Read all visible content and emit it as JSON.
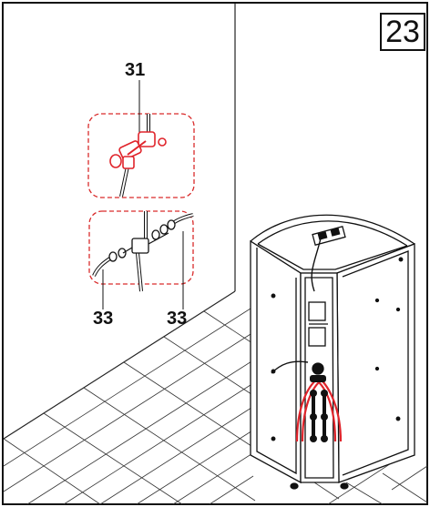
{
  "step": {
    "number": "23"
  },
  "callouts": {
    "part_31": "31",
    "part_33_left": "33",
    "part_33_right": "33"
  },
  "colors": {
    "line": "#111111",
    "highlight": "#e0242b",
    "detail_border": "#d92b2b",
    "background": "#ffffff"
  }
}
